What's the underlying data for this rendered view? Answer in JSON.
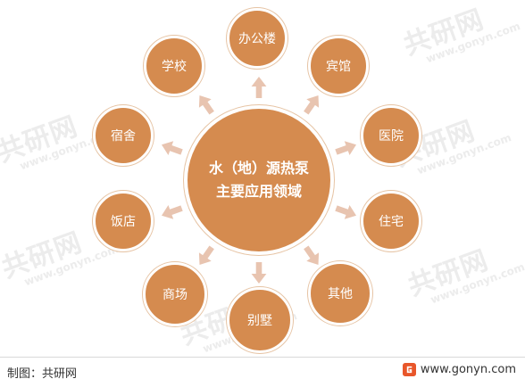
{
  "center": {
    "line1": "水（地）源热泵",
    "line2": "主要应用领域"
  },
  "nodes": {
    "office": "办公楼",
    "school": "学校",
    "hotel": "宾馆",
    "dormitory": "宿舍",
    "hospital": "医院",
    "restaurant": "饭店",
    "residence": "住宅",
    "mall": "商场",
    "other": "其他",
    "villa": "别墅"
  },
  "watermark": {
    "cn": "共研网",
    "en": "www.gonyn.com"
  },
  "footer": {
    "credit": "制图：共研网",
    "site": "www.gonyn.com"
  },
  "colors": {
    "node": "#d58b4f",
    "arrow": "#e8c4b0",
    "logo": "#e8562a"
  }
}
